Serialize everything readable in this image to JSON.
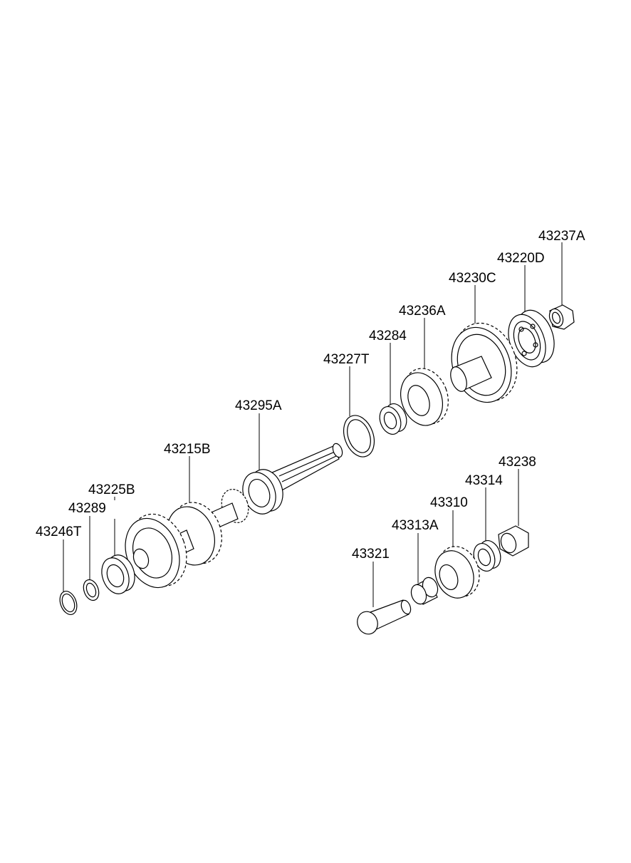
{
  "diagram": {
    "labels": {
      "p43237A": "43237A",
      "p43220D": "43220D",
      "p43230C": "43230C",
      "p43236A": "43236A",
      "p43284": "43284",
      "p43227T": "43227T",
      "p43295A": "43295A",
      "p43215B": "43215B",
      "p43225B": "43225B",
      "p43289": "43289",
      "p43246T": "43246T",
      "p43238": "43238",
      "p43314": "43314",
      "p43310": "43310",
      "p43313A": "43313A",
      "p43321": "43321"
    }
  }
}
